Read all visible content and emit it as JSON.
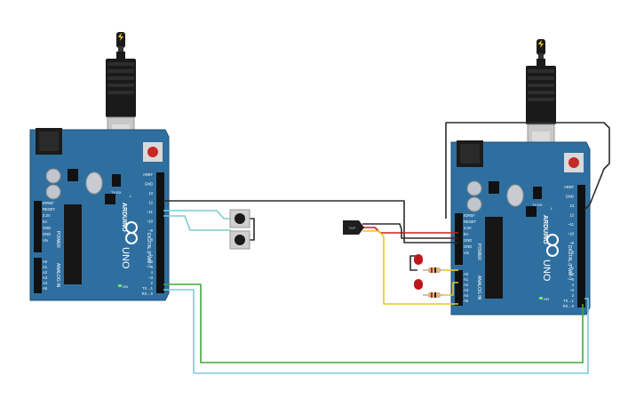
{
  "boards": [
    {
      "brand": "ARDUINO",
      "model": "UNO",
      "digital_label": "DIGITAL (PWM~)",
      "power_label": "POWER",
      "analog_label": "ANALOG IN",
      "header_top": [
        "AREF",
        "GND",
        "13",
        "12",
        "~11",
        "~10",
        "~9",
        "8"
      ],
      "header_bottom": [
        "7",
        "~6",
        "~5",
        "4",
        "~3",
        "2",
        "TX→1",
        "RX←0"
      ],
      "power_pins": [
        "IOREF",
        "RESET",
        "3.3V",
        "5V",
        "GND",
        "GND",
        "Vin"
      ],
      "analog_pins": [
        "A0",
        "A1",
        "A2",
        "A3",
        "A4",
        "A5"
      ],
      "on_label": "ON",
      "led_labels": [
        "L",
        "TX",
        "RX"
      ]
    },
    {
      "brand": "ARDUINO",
      "model": "UNO",
      "digital_label": "DIGITAL (PWM~)",
      "power_label": "POWER",
      "analog_label": "ANALOG IN",
      "header_top": [
        "AREF",
        "GND",
        "13",
        "12",
        "~11",
        "~10",
        "~9",
        "8"
      ],
      "header_bottom": [
        "7",
        "~6",
        "~5",
        "4",
        "~3",
        "2",
        "TX→1",
        "RX←0"
      ],
      "power_pins": [
        "IOREF",
        "RESET",
        "3.3V",
        "5V",
        "GND",
        "GND",
        "Vin"
      ],
      "analog_pins": [
        "A0",
        "A1",
        "A2",
        "A3",
        "A4",
        "A5"
      ],
      "on_label": "ON",
      "led_labels": [
        "L",
        "TX",
        "RX"
      ]
    }
  ],
  "sensor": {
    "label": "TMP"
  },
  "colors": {
    "board": "#2d6e9e",
    "board_dark": "#1d4f78",
    "wire_black": "#2b2b2b",
    "wire_red": "#d41b1b",
    "wire_yellow": "#e9c820",
    "wire_cyan": "#7ccbd0",
    "wire_green": "#3ea83e",
    "led_red": "#c0161b"
  },
  "icons": [
    "usb-plug-icon",
    "lightning-icon",
    "push-button-icon",
    "led-icon",
    "resistor-icon",
    "temperature-sensor-icon",
    "arduino-logo-icon"
  ]
}
